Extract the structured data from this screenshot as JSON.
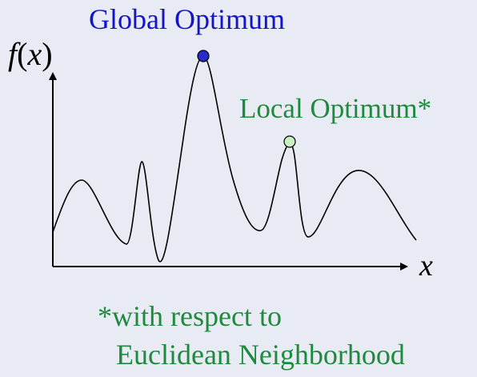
{
  "labels": {
    "global_optimum": "Global Optimum",
    "local_optimum": "Local Optimum*",
    "y_axis_func": "f",
    "y_axis_paren_open": "(",
    "y_axis_var": "x",
    "y_axis_paren_close": ")",
    "x_axis": "x",
    "footnote_line1": "*with respect to",
    "footnote_line2": "Euclidean Neighborhood"
  },
  "colors": {
    "background": "#e8ebf4",
    "global_marker": "#2a2ac8",
    "local_marker": "#c8f0c0",
    "global_text": "#1414c8",
    "local_text": "#1e8a3c",
    "curve": "#000000"
  }
}
